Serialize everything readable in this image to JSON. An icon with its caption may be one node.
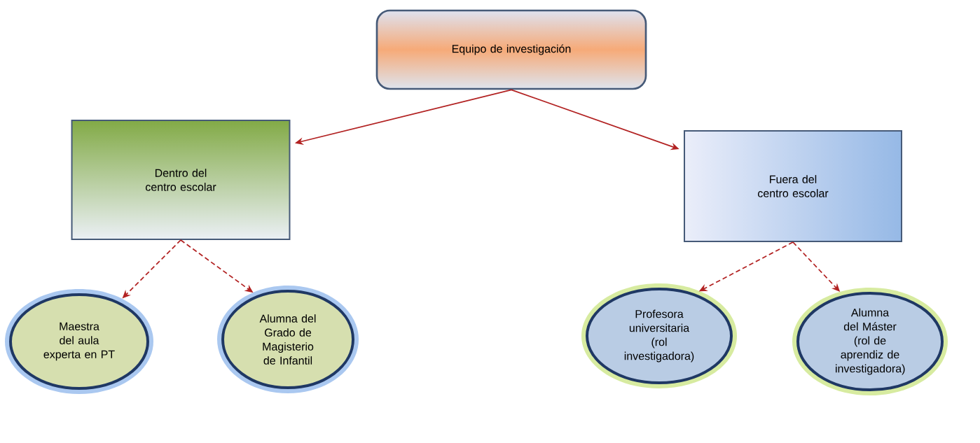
{
  "diagram": {
    "nodes": [
      {
        "text": [
          "Equipo de investigación"
        ]
      },
      {
        "text": [
          "Dentro del centro escolar"
        ]
      },
      {
        "text": [
          "Fuera del centro escolar"
        ]
      },
      {
        "text": [
          "Maestra del aula experta en PT"
        ]
      },
      {
        "text": [
          "Alumna del Grado de Magisterio de Infantil"
        ]
      },
      {
        "text": [
          "Profesora universitaria (rol investigadora)"
        ]
      },
      {
        "text": [
          "Alumna del Máster (rol de aprendiz de investigadora)"
        ]
      }
    ],
    "edges": [
      {
        "from": 0,
        "to": 1,
        "arrow": "to"
      },
      {
        "from": 0,
        "to": 2,
        "arrow": "to"
      },
      {
        "from": 1,
        "to": 3,
        "arrow": "to",
        "style": "dashed"
      },
      {
        "from": 1,
        "to": 4,
        "arrow": "to",
        "style": "dashed"
      },
      {
        "from": 2,
        "to": 5,
        "arrow": "to",
        "style": "dashed"
      },
      {
        "from": 2,
        "to": 6,
        "arrow": "to",
        "style": "dashed"
      }
    ]
  }
}
